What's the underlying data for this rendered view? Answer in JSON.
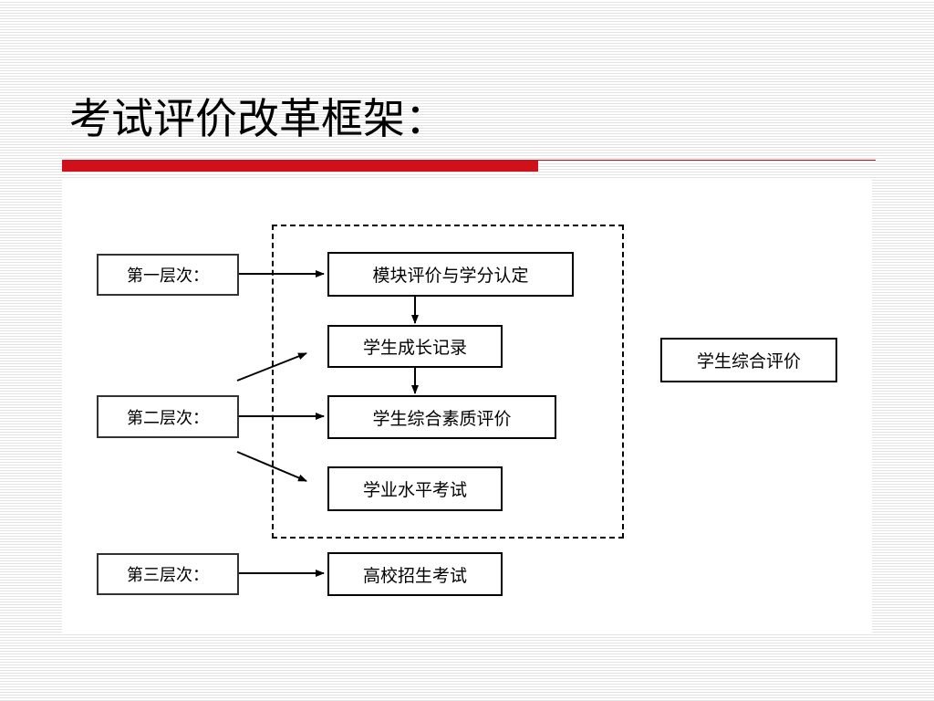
{
  "slide": {
    "title": "考试评价改革框架："
  },
  "colors": {
    "accent_rule": "#d0101a",
    "stroke": "#000000"
  },
  "diagram": {
    "levels": [
      {
        "id": "level-1",
        "label": "第一层次："
      },
      {
        "id": "level-2",
        "label": "第二层次："
      },
      {
        "id": "level-3",
        "label": "第三层次："
      }
    ],
    "nodes": [
      {
        "id": "module-eval",
        "label": "模块评价与学分认定"
      },
      {
        "id": "growth-record",
        "label": "学生成长记录"
      },
      {
        "id": "quality-eval",
        "label": "学生综合素质评价"
      },
      {
        "id": "proficiency-exam",
        "label": "学业水平考试"
      },
      {
        "id": "college-exam",
        "label": "高校招生考试"
      },
      {
        "id": "overall-eval",
        "label": "学生综合评价"
      }
    ],
    "edges": [
      {
        "from": "level-1",
        "to": "module-eval"
      },
      {
        "from": "module-eval",
        "to": "growth-record"
      },
      {
        "from": "growth-record",
        "to": "quality-eval"
      },
      {
        "from": "level-2",
        "to": "growth-record"
      },
      {
        "from": "level-2",
        "to": "quality-eval"
      },
      {
        "from": "level-2",
        "to": "proficiency-exam"
      },
      {
        "from": "level-3",
        "to": "college-exam"
      }
    ]
  }
}
